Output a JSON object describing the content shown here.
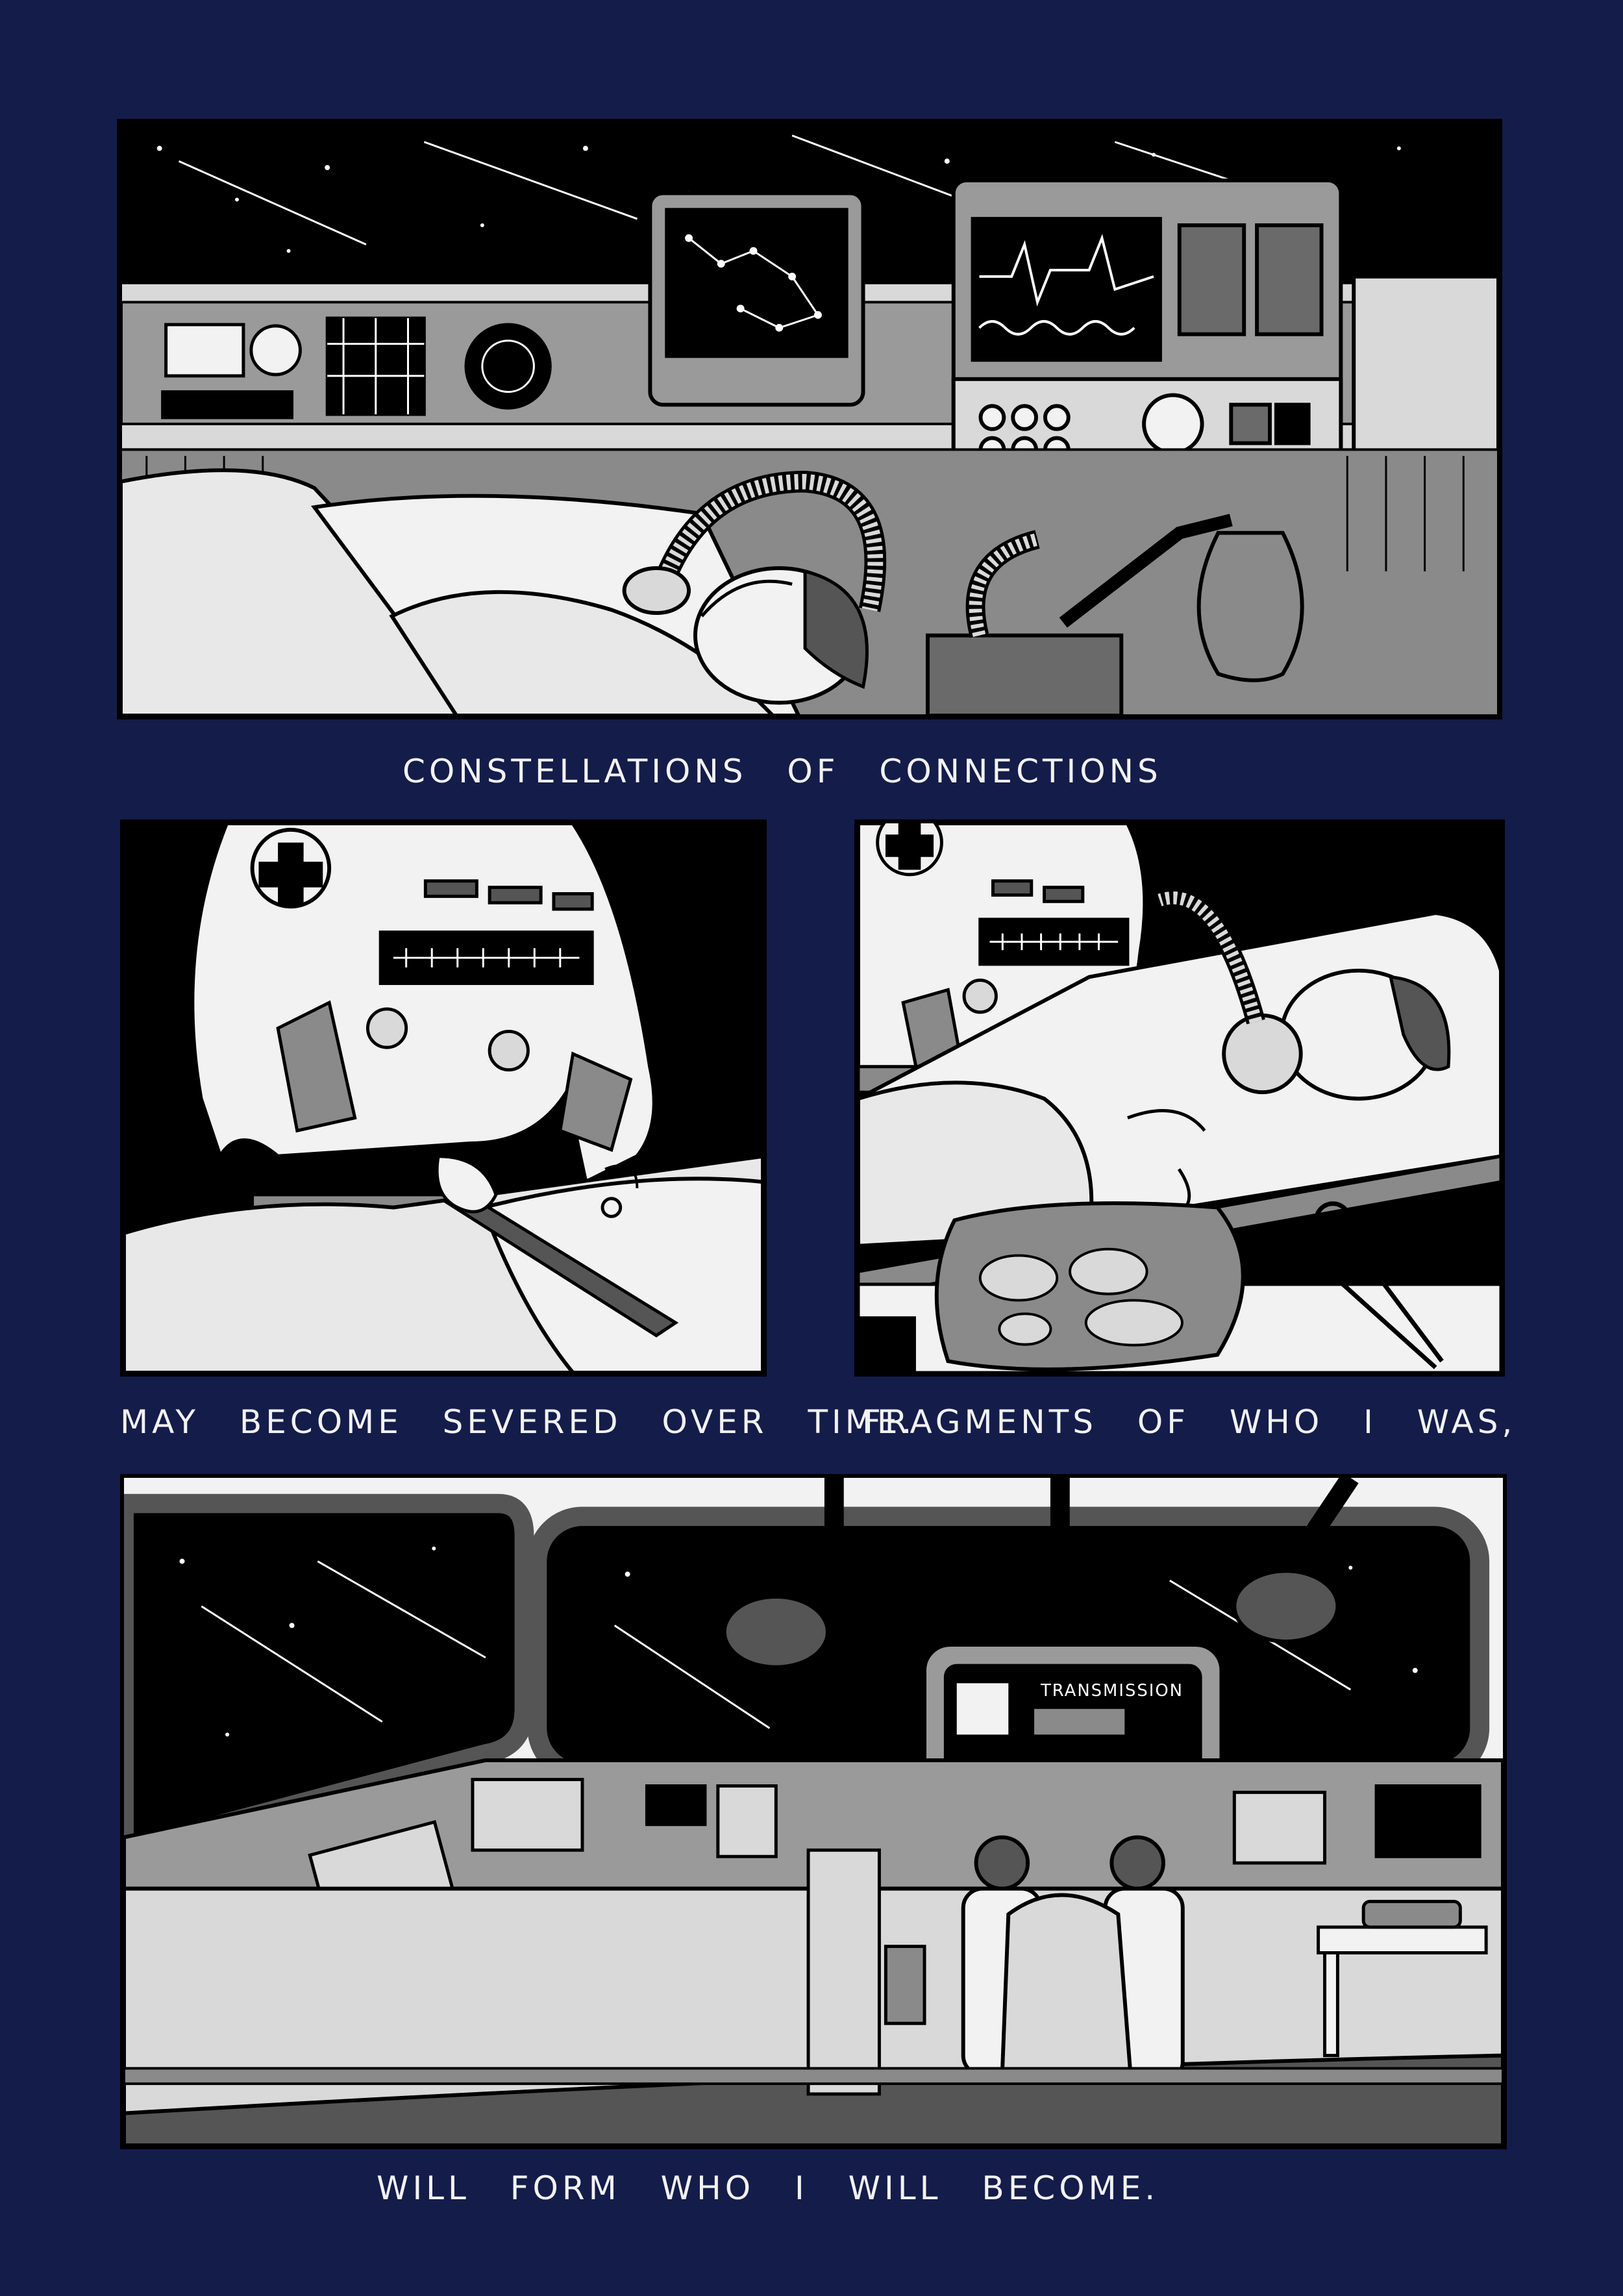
{
  "captions": {
    "first": "CONSTELLATIONS OF CONNECTIONS",
    "second_left": "MAY BECOME SEVERED OVER TIME.",
    "second_right": "FRAGMENTS OF WHO I WAS,",
    "third": "WILL FORM WHO I WILL BECOME."
  },
  "panel4": {
    "screen_label": "TRANSMISSION"
  },
  "colors": {
    "page_background": "#141c4a",
    "ink": "#000000",
    "paper": "#f2f2f2",
    "mid_gray": "#8a8a8a",
    "dark_gray": "#555555"
  }
}
